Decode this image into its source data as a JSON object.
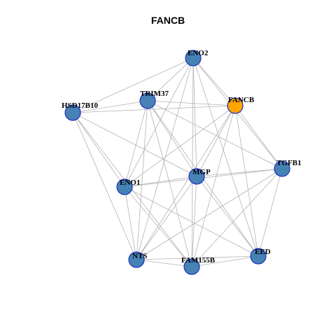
{
  "title": "FANCB",
  "colors": {
    "node": "#4682b4",
    "focus": "#ffa500",
    "border": "#1f2fbf",
    "edge": "#b3b3b3"
  },
  "nodes": [
    {
      "id": "ENO2",
      "label": "ENO2",
      "focus": false
    },
    {
      "id": "TRIM37",
      "label": "TRIM37",
      "focus": false
    },
    {
      "id": "FANCB",
      "label": "FANCB",
      "focus": true
    },
    {
      "id": "HSD17B10",
      "label": "HSD17B10",
      "focus": false
    },
    {
      "id": "MGP",
      "label": "MGP",
      "focus": false
    },
    {
      "id": "TGFB1",
      "label": "TGFB1",
      "focus": false
    },
    {
      "id": "ENO1",
      "label": "ENO1",
      "focus": false
    },
    {
      "id": "NTS",
      "label": "NTS",
      "focus": false
    },
    {
      "id": "FAM155B",
      "label": "FAM155B",
      "focus": false
    },
    {
      "id": "EED",
      "label": "EED",
      "focus": false
    }
  ],
  "edges": [
    [
      "ENO2",
      "HSD17B10"
    ],
    [
      "ENO2",
      "TRIM37"
    ],
    [
      "ENO2",
      "FANCB"
    ],
    [
      "ENO2",
      "MGP"
    ],
    [
      "ENO2",
      "ENO1"
    ],
    [
      "ENO2",
      "NTS"
    ],
    [
      "ENO2",
      "FAM155B"
    ],
    [
      "ENO2",
      "EED"
    ],
    [
      "ENO2",
      "TGFB1"
    ],
    [
      "TRIM37",
      "HSD17B10"
    ],
    [
      "TRIM37",
      "FANCB"
    ],
    [
      "TRIM37",
      "MGP"
    ],
    [
      "TRIM37",
      "ENO1"
    ],
    [
      "TRIM37",
      "NTS"
    ],
    [
      "TRIM37",
      "FAM155B"
    ],
    [
      "TRIM37",
      "EED"
    ],
    [
      "TRIM37",
      "TGFB1"
    ],
    [
      "FANCB",
      "HSD17B10"
    ],
    [
      "FANCB",
      "MGP"
    ],
    [
      "FANCB",
      "ENO1"
    ],
    [
      "FANCB",
      "NTS"
    ],
    [
      "FANCB",
      "FAM155B"
    ],
    [
      "FANCB",
      "EED"
    ],
    [
      "FANCB",
      "TGFB1"
    ],
    [
      "HSD17B10",
      "MGP"
    ],
    [
      "HSD17B10",
      "ENO1"
    ],
    [
      "HSD17B10",
      "NTS"
    ],
    [
      "HSD17B10",
      "FAM155B"
    ],
    [
      "MGP",
      "ENO1"
    ],
    [
      "MGP",
      "NTS"
    ],
    [
      "MGP",
      "FAM155B"
    ],
    [
      "MGP",
      "EED"
    ],
    [
      "MGP",
      "TGFB1"
    ],
    [
      "ENO1",
      "TGFB1"
    ],
    [
      "ENO1",
      "NTS"
    ],
    [
      "ENO1",
      "FAM155B"
    ],
    [
      "ENO1",
      "EED"
    ],
    [
      "TGFB1",
      "NTS"
    ],
    [
      "TGFB1",
      "FAM155B"
    ],
    [
      "TGFB1",
      "EED"
    ],
    [
      "NTS",
      "FAM155B"
    ],
    [
      "NTS",
      "EED"
    ],
    [
      "FAM155B",
      "EED"
    ]
  ]
}
